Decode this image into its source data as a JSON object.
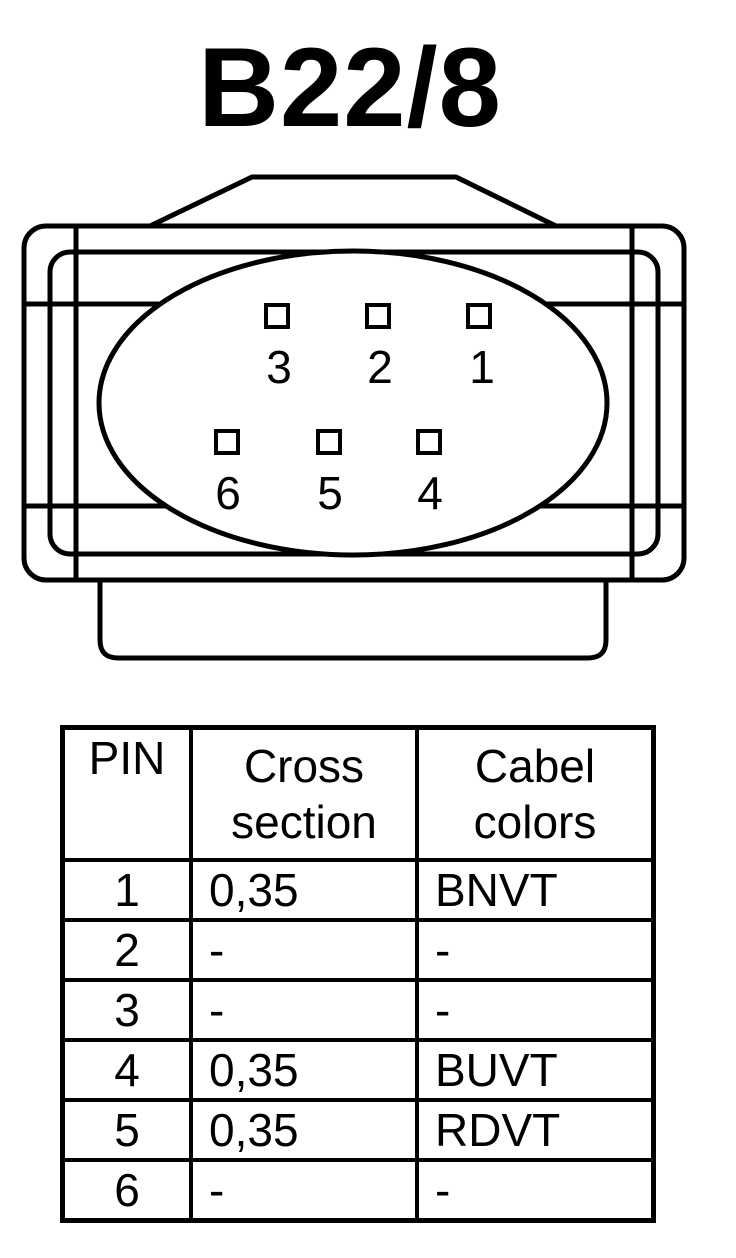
{
  "title": "B22/8",
  "connector": {
    "pins_top_row": [
      "3",
      "2",
      "1"
    ],
    "pins_bottom_row": [
      "6",
      "5",
      "4"
    ]
  },
  "table": {
    "headers": {
      "pin": "PIN",
      "cross_line1": "Cross",
      "cross_line2": "section",
      "color_line1": "Cabel",
      "color_line2": "colors"
    },
    "rows": [
      {
        "pin": "1",
        "cross": "0,35",
        "color": "BNVT"
      },
      {
        "pin": "2",
        "cross": "-",
        "color": "-"
      },
      {
        "pin": "3",
        "cross": "-",
        "color": "-"
      },
      {
        "pin": "4",
        "cross": "0,35",
        "color": "BUVT"
      },
      {
        "pin": "5",
        "cross": "0,35",
        "color": "RDVT"
      },
      {
        "pin": "6",
        "cross": "-",
        "color": "-"
      }
    ]
  }
}
